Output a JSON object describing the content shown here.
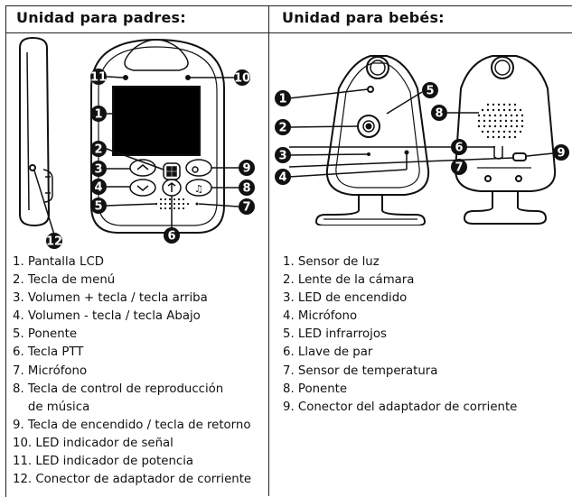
{
  "headers": {
    "parent": "Unidad para padres:",
    "baby": "Unidad para bebés:"
  },
  "parent_callouts": [
    "11",
    "10",
    "1",
    "2",
    "3",
    "9",
    "4",
    "8",
    "5",
    "7",
    "6",
    "12"
  ],
  "baby_callouts": [
    "1",
    "5",
    "2",
    "8",
    "3",
    "4",
    "6",
    "7",
    "9"
  ],
  "parent_items": [
    "1. Pantalla LCD",
    "2. Tecla de menú",
    "3. Volumen + tecla / tecla arriba",
    "4. Volumen - tecla / tecla Abajo",
    "5. Ponente",
    "6. Tecla PTT",
    "7. Micrófono",
    "8. Tecla de control de reproducción",
    "    de música",
    "9. Tecla de encendido / tecla de retorno",
    "10. LED indicador de señal",
    "11. LED indicador de potencia",
    "12. Conector de adaptador de corriente"
  ],
  "baby_items": [
    "1. Sensor de luz",
    "2. Lente de la cámara",
    "3. LED de encendido",
    "4. Micrófono",
    "5. LED infrarrojos",
    "6. Llave de par",
    "7. Sensor de temperatura",
    "8. Ponente",
    "9. Conector del adaptador de corriente"
  ]
}
